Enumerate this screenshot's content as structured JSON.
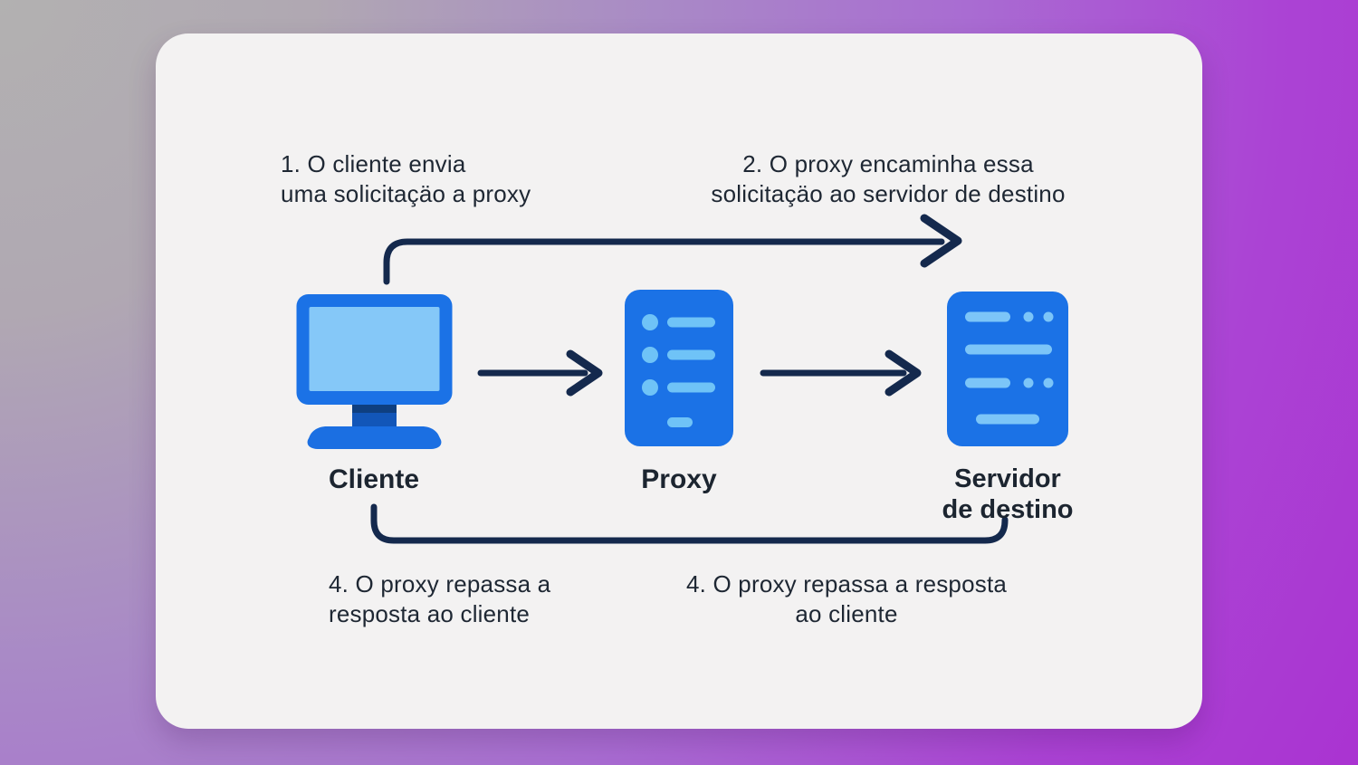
{
  "diagram": {
    "title_hint": "proxy-flow-diagram",
    "steps": {
      "step1": {
        "line1": "1. O cliente envia",
        "line2": "uma solicitaçäo a proxy"
      },
      "step2": {
        "line1": "2. O proxy encaminha essa",
        "line2": "solicitaçäo ao servidor de destino"
      },
      "step4_left": {
        "line1": "4. O proxy repassa a",
        "line2": "resposta ao cliente"
      },
      "step4_right": {
        "line1": "4. O proxy repassa a resposta",
        "line2": "ao cliente"
      }
    },
    "nodes": {
      "cliente": {
        "label": "Cliente",
        "icon": "desktop-computer-icon"
      },
      "proxy": {
        "label": "Proxy",
        "icon": "proxy-server-icon"
      },
      "servidor": {
        "label_line1": "Servidor",
        "label_line2": "de destino",
        "icon": "destination-server-icon"
      }
    },
    "colors": {
      "background_gray": "#b2b1b1",
      "background_purple": "#aa33d1",
      "card_background": "#f3f2f2",
      "icon_blue": "#1b72e6",
      "icon_light_blue": "#7cc5f8",
      "icon_screen_blue": "#85c8f8",
      "icon_stand_dark_blue": "#1256b8",
      "icon_stand_shadow": "#0e3f80",
      "arrow_navy": "#14294d",
      "text_dark": "#1e2733"
    }
  }
}
